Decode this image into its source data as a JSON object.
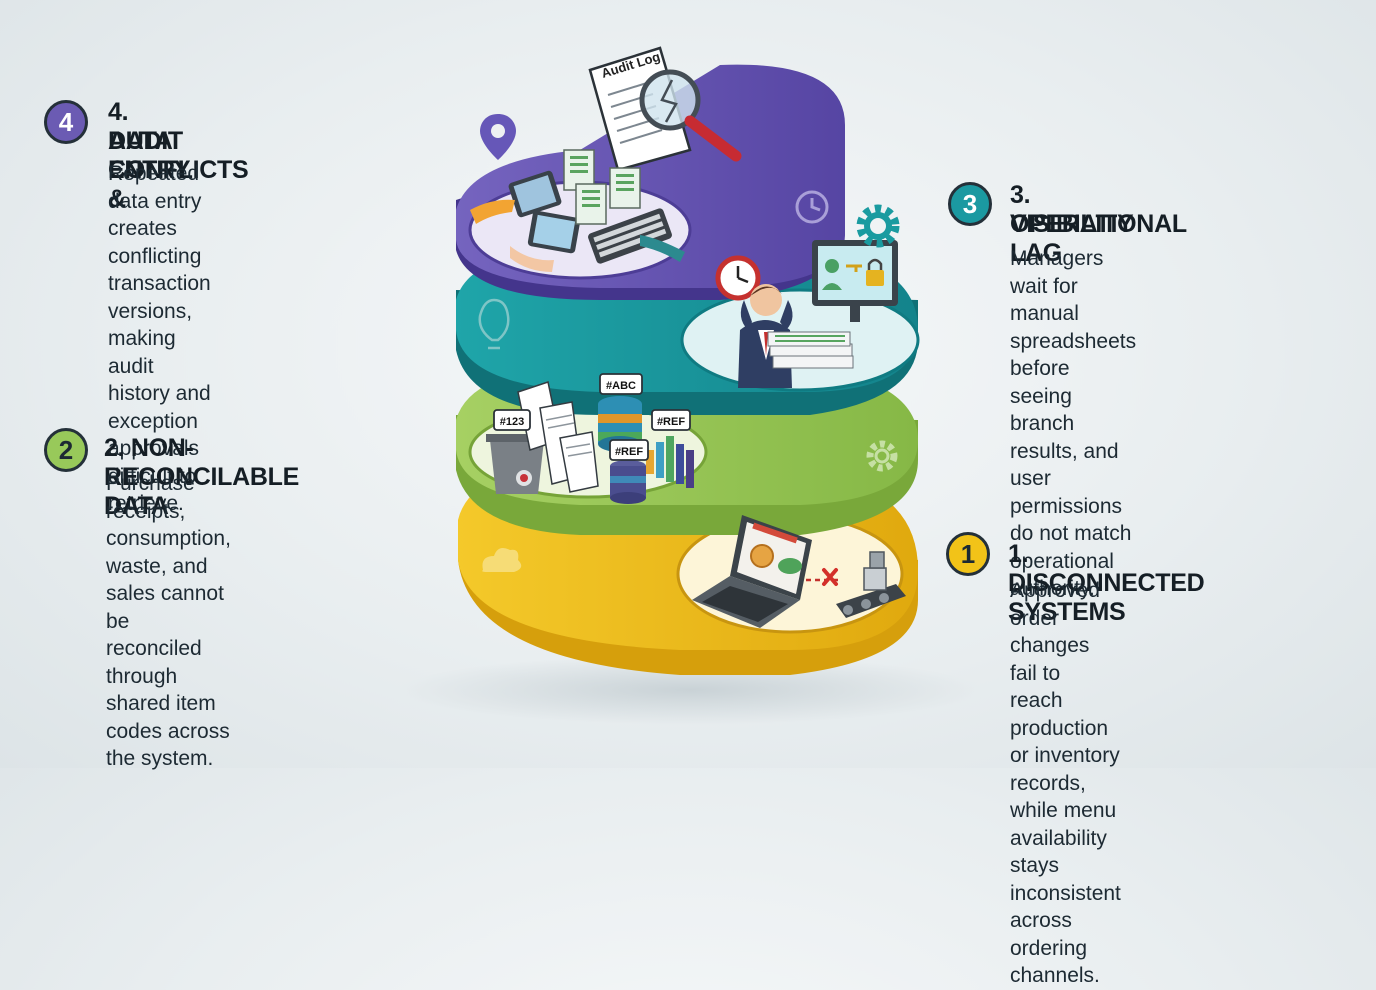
{
  "callouts": [
    {
      "number": "4",
      "title_line1": "4. DATA ENTRY &",
      "title_line2": "AUDIT CONFLICTS",
      "lines": [
        "Repeated data entry creates",
        "conflicting transaction versions,",
        "making audit history and",
        "exception approvals difficult to",
        "retrieve."
      ],
      "badge_color": "#6b5bb3"
    },
    {
      "number": "3",
      "title_line1": "3. OPERATIONAL",
      "title_line2": "VISIBILITY LAG",
      "lines": [
        "Managers wait for manual",
        "spreadsheets before seeing",
        "branch results, and user",
        "permissions do not match",
        "operational authority."
      ],
      "badge_color": "#1b99a1"
    },
    {
      "number": "2",
      "title_line1": "2. NON-RECONCILABLE DATA",
      "lines": [
        "Purchase receipts, consumption,",
        "waste, and sales cannot be",
        "reconciled through shared item",
        "codes across the system."
      ],
      "badge_color": "#98c95a"
    },
    {
      "number": "1",
      "title_line1": "1. DISCONNECTED SYSTEMS",
      "lines": [
        "Approved order changes fail to",
        "reach production or inventory",
        "records, while menu availability",
        "stays inconsistent across",
        "ordering channels."
      ],
      "badge_color": "#f2c318"
    }
  ],
  "illustration": {
    "audit_log_label": "Audit Log",
    "tags": [
      "#ABC",
      "#123",
      "#REF",
      "#REF"
    ],
    "layer_colors": {
      "purple": "#6a58b5",
      "teal": "#1a9ba0",
      "green": "#9ccc59",
      "yellow": "#f2c01c"
    },
    "icons": [
      "map-pin-icon",
      "clock-icon",
      "gear-icon",
      "lightbulb-icon",
      "cloud-icon"
    ]
  }
}
